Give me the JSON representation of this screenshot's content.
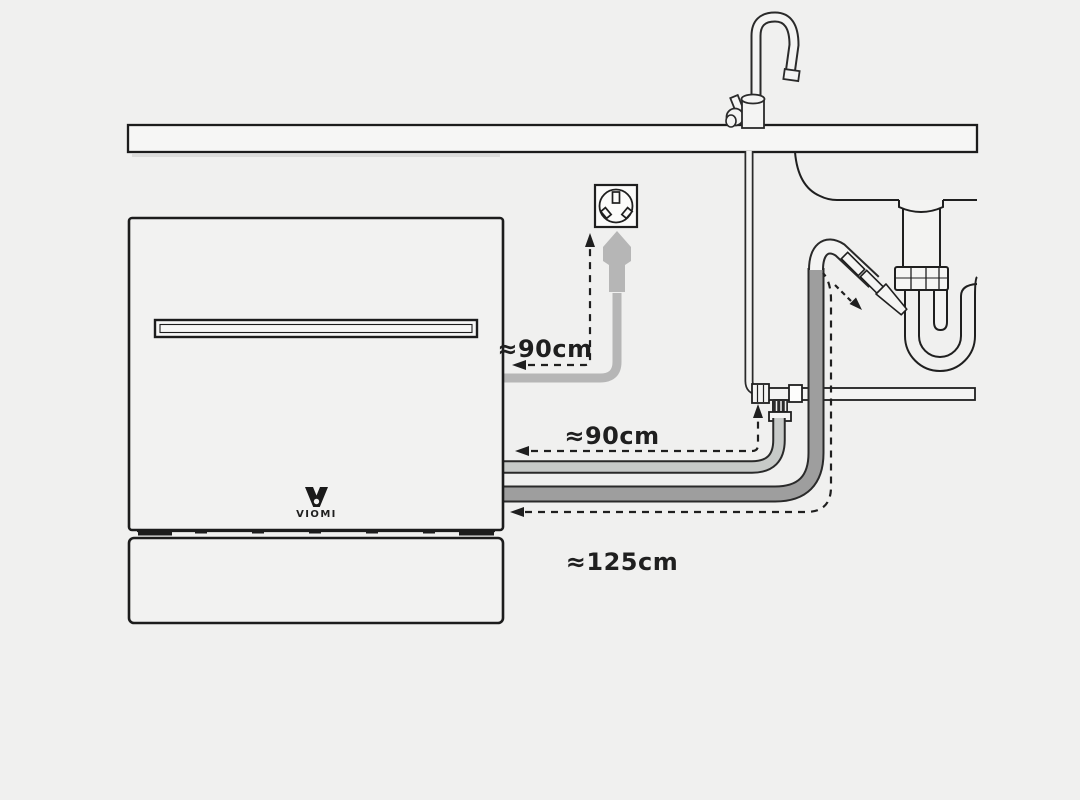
{
  "diagram": {
    "type": "dishwasher-installation-clearance-diagram",
    "brand": "VIOMI",
    "measurements": {
      "power_cord_label": "≈90cm",
      "inlet_hose_label": "≈90cm",
      "drain_hose_label": "≈125cm"
    },
    "components": {
      "dishwasher": "countertop dishwasher with base drawer",
      "outlet": "3-pin wall socket",
      "faucet": "gooseneck kitchen faucet",
      "sink": "sink with P-trap drain",
      "water_tee": "supply tee with inlet valve"
    },
    "colors": {
      "background": "#f0f0ef",
      "line": "#1f1f1f",
      "power_cord": "#b6b6b6",
      "inlet_hose": "#c7cac8",
      "drain_hose": "#9e9e9e",
      "panel_fill": "#f4f4f3"
    }
  }
}
